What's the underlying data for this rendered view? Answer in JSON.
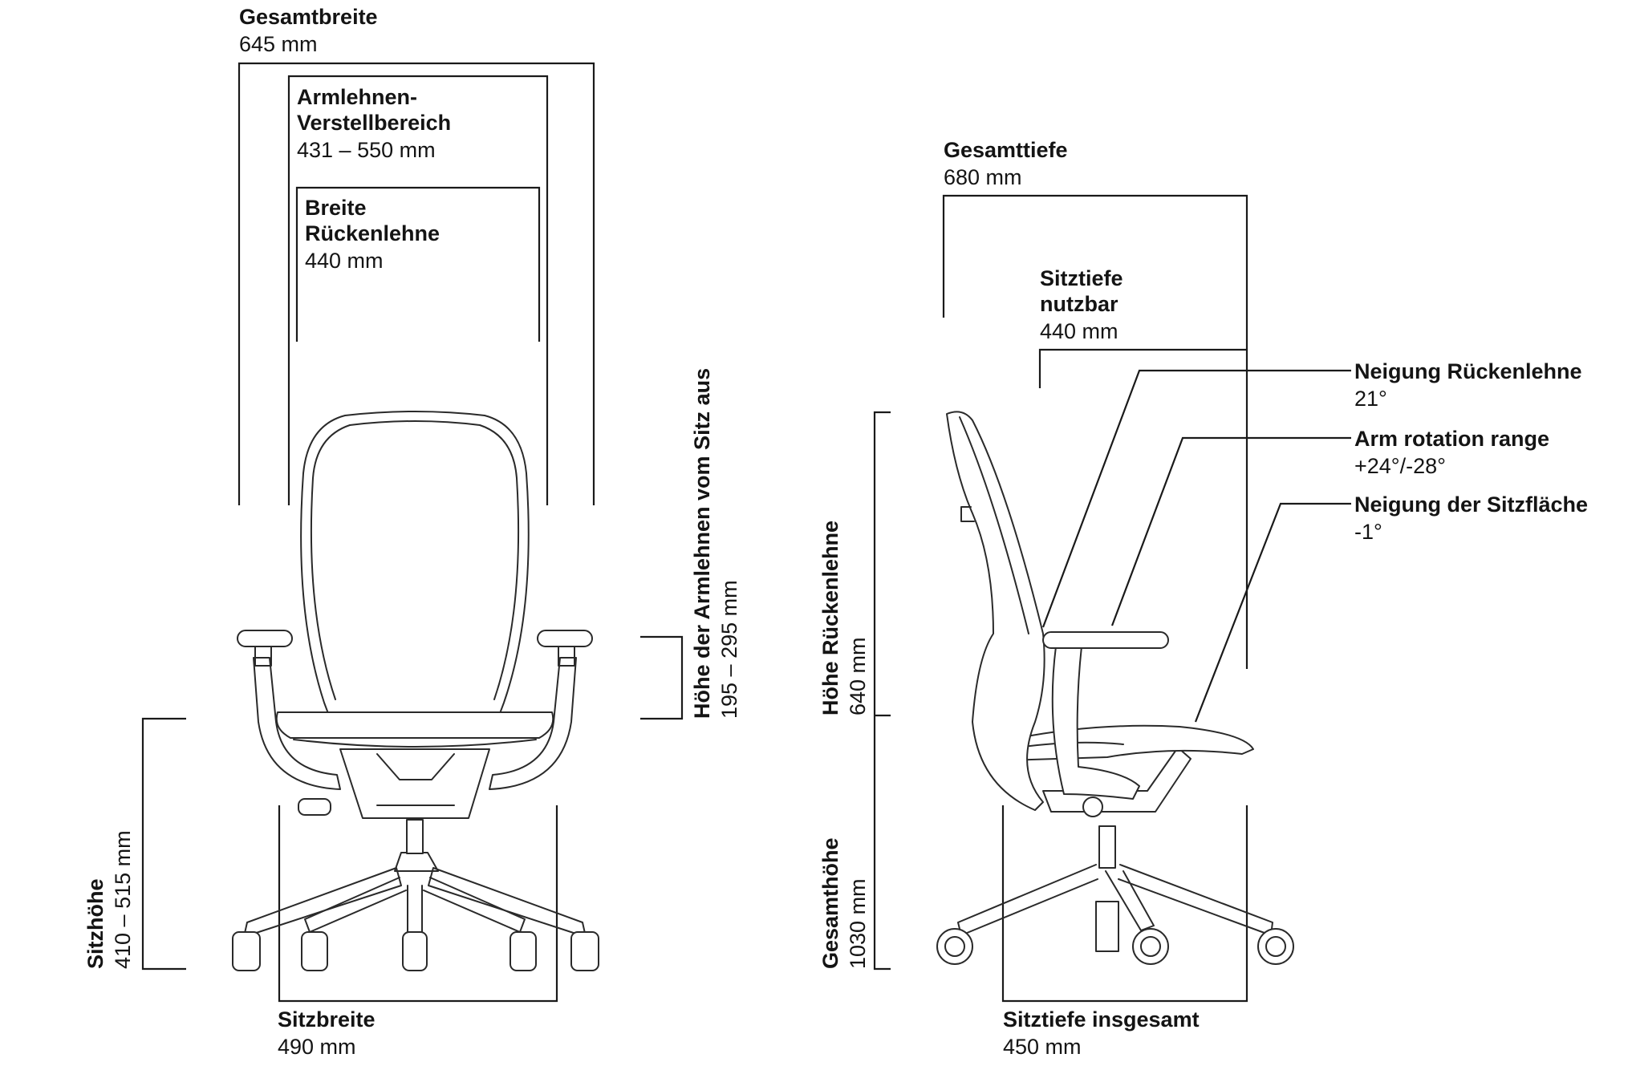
{
  "front": {
    "overall_width": {
      "title": "Gesamtbreite",
      "value": "645 mm"
    },
    "armrest_range": {
      "title_line1": "Armlehnen-",
      "title_line2": "Verstellbereich",
      "value": "431 – 550 mm"
    },
    "backrest_width": {
      "title_line1": "Breite",
      "title_line2": "Rückenlehne",
      "value": "440 mm"
    },
    "armrest_height": {
      "title": "Höhe der Armlehnen vom Sitz aus",
      "value": "195 – 295 mm"
    },
    "seat_height": {
      "title": "Sitzhöhe",
      "value": "410 – 515 mm"
    },
    "seat_width": {
      "title": "Sitzbreite",
      "value": "490 mm"
    }
  },
  "side": {
    "overall_depth": {
      "title": "Gesamttiefe",
      "value": "680 mm"
    },
    "usable_seat_depth": {
      "title_line1": "Sitztiefe",
      "title_line2": "nutzbar",
      "value": "440 mm"
    },
    "backrest_tilt": {
      "title": "Neigung Rückenlehne",
      "value": "21°"
    },
    "arm_rotation": {
      "title": "Arm rotation range",
      "value": "+24°/-28°"
    },
    "seat_tilt": {
      "title": "Neigung der Sitzfläche",
      "value": "-1°"
    },
    "backrest_height": {
      "title": "Höhe Rückenlehne",
      "value": "640 mm"
    },
    "overall_height": {
      "title": "Gesamthöhe",
      "value": "1030 mm"
    },
    "total_seat_depth": {
      "title": "Sitztiefe insgesamt",
      "value": "450 mm"
    }
  }
}
